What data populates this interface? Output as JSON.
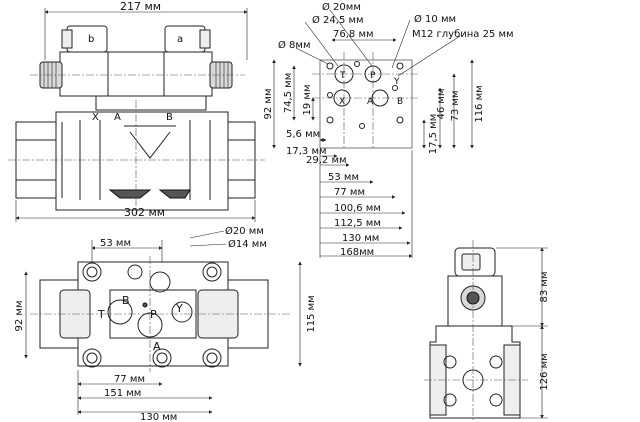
{
  "drawing": {
    "front_view": {
      "width_top": "217 мм",
      "width_bottom": "302 мм",
      "solenoid_b": "b",
      "solenoid_a": "a",
      "port_x": "X",
      "port_a": "A",
      "port_b": "B"
    },
    "mounting_pattern": {
      "hole_d20": "Ø 20мм",
      "hole_d24": "Ø 24,5 мм",
      "hole_d10": "Ø 10 мм",
      "dim_76_8": "76,8 мм",
      "thread": "M12 глубина 25 мм",
      "hole_d8": "Ø 8мм",
      "h_92": "92 мм",
      "h_74_5": "74,5 мм",
      "h_19": "19 мм",
      "h_17_5": "17,5 мм",
      "h_46": "46 мм",
      "h_73": "73 мм",
      "h_116": "116 мм",
      "d_5_6": "5,6 мм",
      "d_17_3": "17,3 мм",
      "d_29_2": "29,2 мм",
      "d_53": "53 мм",
      "d_77": "77 мм",
      "d_100_6": "100,6 мм",
      "d_112_5": "112,5 мм",
      "d_130": "130 мм",
      "d_168": "168мм",
      "lbl_t": "T",
      "lbl_p": "P",
      "lbl_a": "A",
      "lbl_b": "B",
      "lbl_x": "X",
      "lbl_y": "Y"
    },
    "top_view": {
      "d20": "Ø20 мм",
      "d14": "Ø14 мм",
      "d53": "53 мм",
      "h92": "92 мм",
      "h115": "115 мм",
      "w77": "77 мм",
      "w151": "151 мм",
      "w130": "130 мм",
      "lbl_t": "T",
      "lbl_p": "P",
      "lbl_a": "A",
      "lbl_b": "B",
      "lbl_y": "Y"
    },
    "side_view": {
      "h83": "83 мм",
      "h126": "126 мм"
    }
  }
}
